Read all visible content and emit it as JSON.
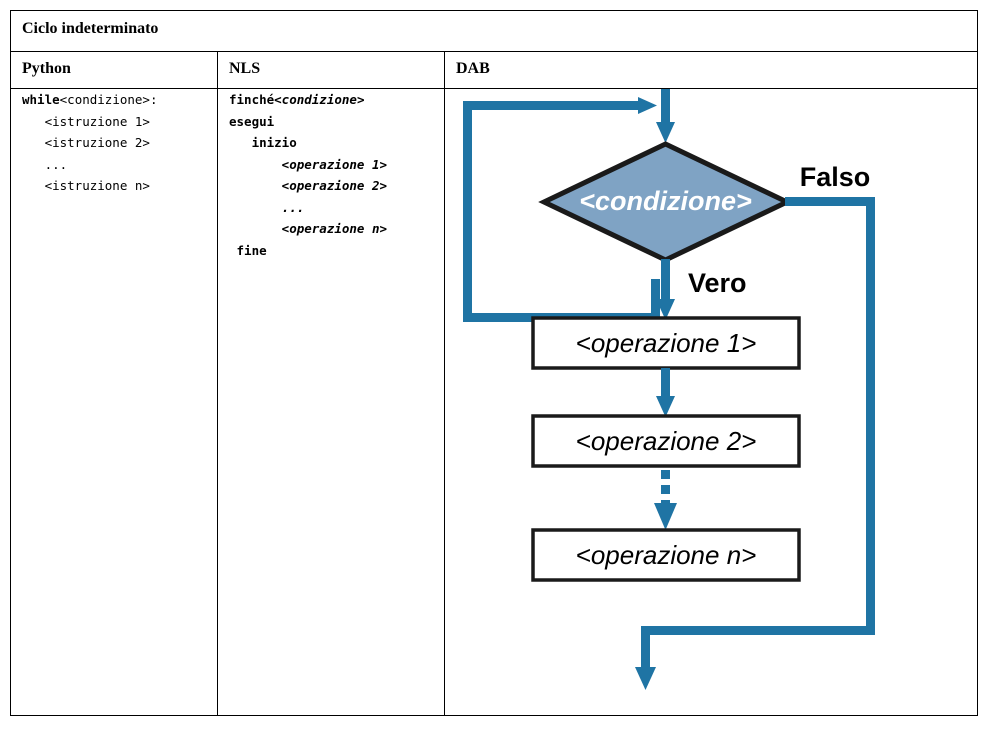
{
  "table": {
    "title": "Ciclo indeterminato",
    "columns": [
      {
        "key": "python",
        "label": "Python"
      },
      {
        "key": "nls",
        "label": "NLS"
      },
      {
        "key": "dab",
        "label": "DAB"
      }
    ]
  },
  "python_code": {
    "lines": [
      {
        "keyword": "while",
        "rest": "<condizione>:"
      },
      {
        "keyword": "",
        "rest": "   <istruzione 1>"
      },
      {
        "keyword": "",
        "rest": "   <istruzione 2>"
      },
      {
        "keyword": "",
        "rest": "   ..."
      },
      {
        "keyword": "",
        "rest": "   <istruzione n>"
      }
    ],
    "full_text": "while<condizione>:\n   <istruzione 1>\n   <istruzione 2>\n   ...\n   <istruzione n>"
  },
  "nls_code": {
    "lines": [
      {
        "keyword": "finché",
        "placeholder": "<condizione>"
      },
      {
        "keyword": "esegui",
        "placeholder": ""
      },
      {
        "keyword": "   inizio",
        "placeholder": ""
      },
      {
        "keyword": "",
        "placeholder": "       <operazione 1>"
      },
      {
        "keyword": "",
        "placeholder": "       <operazione 2>"
      },
      {
        "keyword": "",
        "placeholder": "       ..."
      },
      {
        "keyword": "",
        "placeholder": "       <operazione n>"
      },
      {
        "keyword": " fine",
        "placeholder": ""
      }
    ]
  },
  "diagram": {
    "decision_label": "<condizione>",
    "branch_true_label": "Vero",
    "branch_false_label": "Falso",
    "operations": [
      "<operazione 1>",
      "<operazione 2>",
      "<operazione n>"
    ],
    "ellipsis_is_dashed": true,
    "colors": {
      "arrow": "#1F74A4",
      "arrow_light": "#4E9BC4",
      "decision_fill": "#7FA3C4",
      "decision_stroke": "#1A1A1A",
      "box_fill": "#FFFFFF",
      "box_stroke": "#1A1A1A",
      "decision_text": "#FFFFFF",
      "label_text": "#000000",
      "table_border": "#000000",
      "page_background": "#FFFFFF"
    }
  }
}
